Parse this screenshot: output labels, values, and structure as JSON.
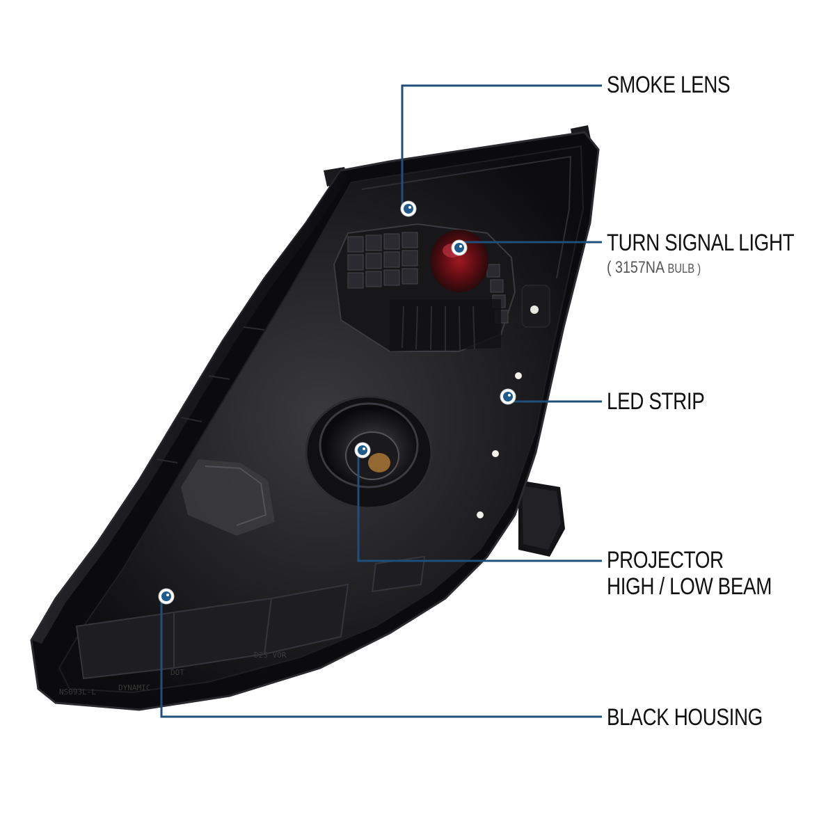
{
  "callouts": {
    "smoke_lens": "SMOKE LENS",
    "turn_signal": "TURN SIGNAL LIGHT",
    "turn_signal_sub_prefix": "( 3157NA",
    "turn_signal_sub_suffix": "BULB )",
    "led_strip": "LED STRIP",
    "projector_line1": "PROJECTOR",
    "projector_line2": "HIGH / LOW BEAM",
    "black_housing": "BLACK HOUSING"
  },
  "lens_markings": {
    "part_number": "NS093L-L",
    "brand": "DYNAMIC",
    "dot": "DOT",
    "beam": "D2S VOR"
  },
  "colors": {
    "callout_line": "#1f4f7a",
    "callout_dot": "#1f5b8c",
    "housing": "#0b0b0d",
    "text": "#111111"
  }
}
